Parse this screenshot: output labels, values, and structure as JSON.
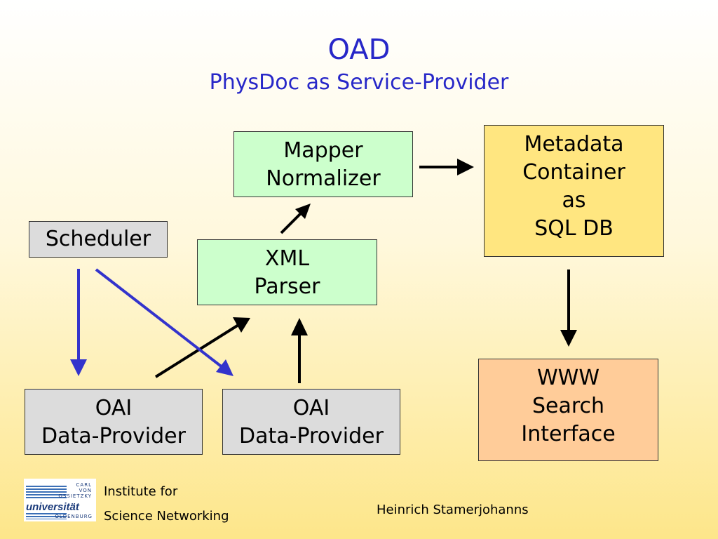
{
  "title": {
    "main": "OAD",
    "sub": "PhysDoc as Service-Provider"
  },
  "boxes": {
    "mapper": [
      "Mapper",
      "Normalizer"
    ],
    "parser": [
      "XML",
      "Parser"
    ],
    "scheduler": [
      "Scheduler"
    ],
    "metadata": [
      "Metadata",
      "Container",
      "as",
      "SQL DB"
    ],
    "www": [
      "WWW",
      "Search",
      "Interface"
    ],
    "oai1": [
      "OAI",
      "Data-Provider"
    ],
    "oai2": [
      "OAI",
      "Data-Provider"
    ]
  },
  "colors": {
    "title": "#2727c8",
    "green_box": "#ccffcc",
    "gray_box": "#dcdcdc",
    "yellow_box": "#ffe680",
    "orange_box": "#ffcc99",
    "black_arrow": "#000000",
    "blue_arrow": "#3333cc"
  },
  "logo": {
    "top_text": [
      "CARL",
      "VON",
      "OSSIETZKY"
    ],
    "name": "universität",
    "city": "OLDENBURG"
  },
  "footer": {
    "institute_line1": "Institute for",
    "institute_line2": "Science Networking",
    "author": "Heinrich Stamerjohanns"
  }
}
